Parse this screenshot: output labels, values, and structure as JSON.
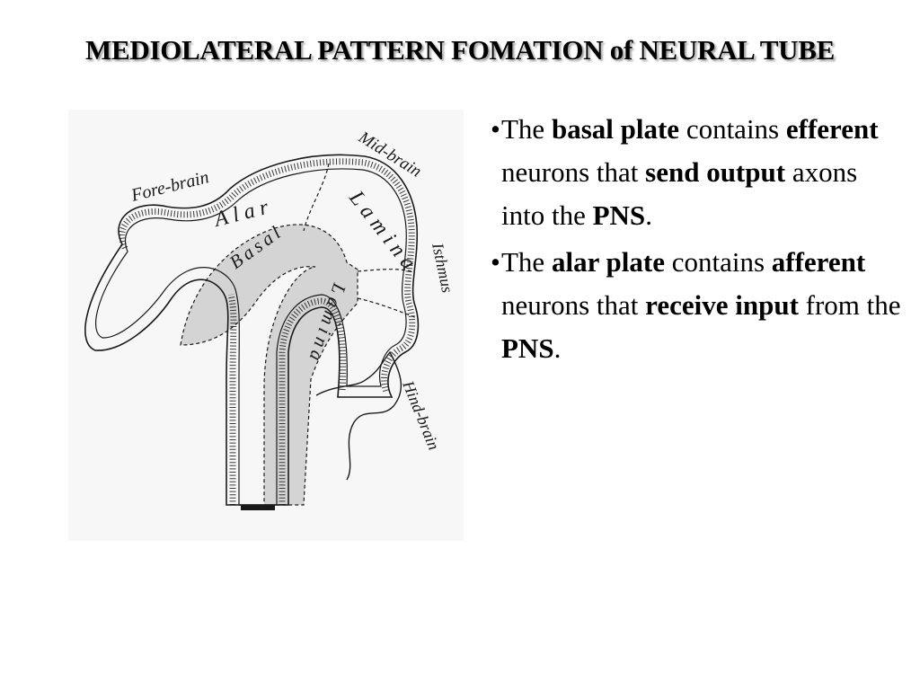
{
  "slide": {
    "title": "MEDIOLATERAL PATTERN FOMATION of NEURAL TUBE"
  },
  "figure": {
    "labels": {
      "fore_brain": "Fore-brain",
      "mid_brain": "Mid-brain",
      "isthmus": "Isthmus",
      "hind_brain": "Hind-brain",
      "alar": "Alar",
      "lamina_upper": "Lamina",
      "basal": "Basal",
      "lamina_lower": "Lamina"
    },
    "colors": {
      "line": "#1a1a1a",
      "basal_fill": "#d4d4d4",
      "paper": "#f7f7f7"
    }
  },
  "bullets": [
    {
      "marker": "•",
      "parts": [
        "The ",
        "basal plate",
        " contains ",
        "efferent",
        " neurons that ",
        "send output",
        " axons into the ",
        "PNS",
        "."
      ]
    },
    {
      "marker": "•",
      "parts": [
        "The ",
        "alar plate",
        " contains ",
        "afferent",
        " neurons that ",
        "receive input",
        " from the ",
        "PNS",
        "."
      ]
    }
  ]
}
